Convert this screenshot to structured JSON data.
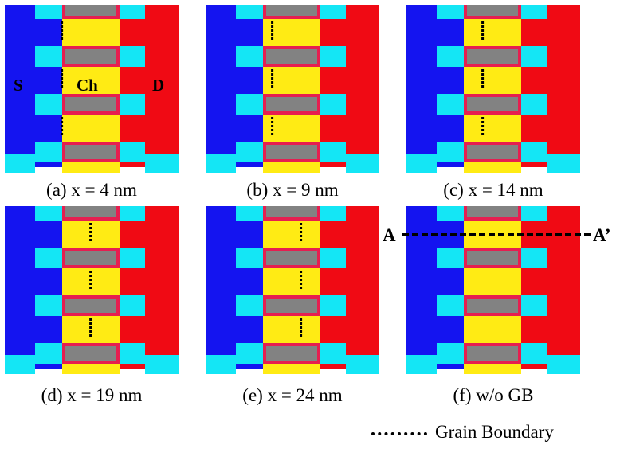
{
  "colors": {
    "source": "#1414f0",
    "drain": "#f00a14",
    "spacer": "#14e6f5",
    "channel": "#ffeb14",
    "gate_metal": "#828282",
    "gate_liner": "#e61e50",
    "grain_boundary": "#000000"
  },
  "panels": [
    {
      "id": "a",
      "caption": "(a) x = 4 nm",
      "grain_boundary_x_nm": 4
    },
    {
      "id": "b",
      "caption": "(b) x = 9 nm",
      "grain_boundary_x_nm": 9
    },
    {
      "id": "c",
      "caption": "(c) x = 14 nm",
      "grain_boundary_x_nm": 14
    },
    {
      "id": "d",
      "caption": "(d) x = 19 nm",
      "grain_boundary_x_nm": 19
    },
    {
      "id": "e",
      "caption": "(e) x = 24 nm",
      "grain_boundary_x_nm": 24
    },
    {
      "id": "f",
      "caption": "(f) w/o GB",
      "grain_boundary_x_nm": null
    }
  ],
  "labels": {
    "source": "S",
    "channel": "Ch",
    "drain": "D",
    "cut_start": "A",
    "cut_end": "A’"
  },
  "legend": {
    "grain_boundary": "Grain Boundary"
  }
}
